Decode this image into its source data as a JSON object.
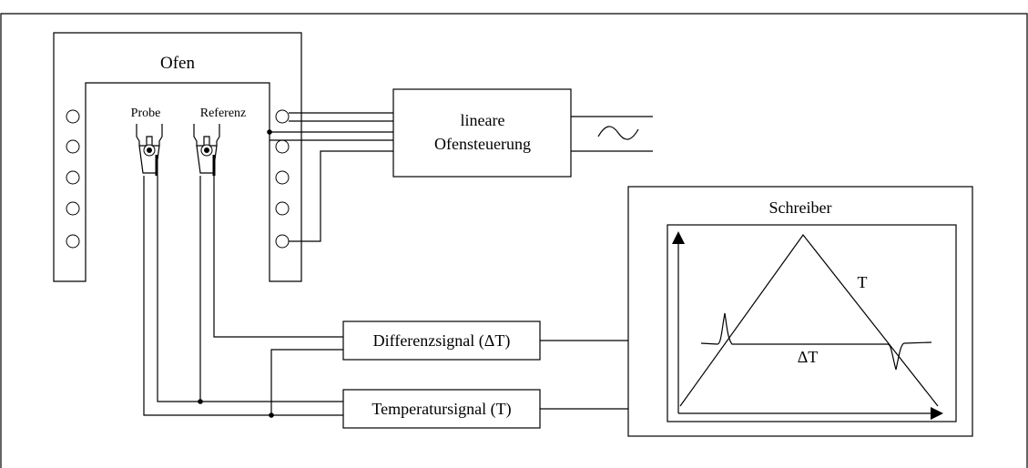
{
  "oven": {
    "title": "Ofen",
    "sample_label": "Probe",
    "reference_label": "Referenz"
  },
  "controller": {
    "line1": "lineare",
    "line2": "Ofensteuerung"
  },
  "recorder": {
    "title": "Schreiber",
    "curve_t_label": "T",
    "curve_dt_label": "ΔT"
  },
  "signals": {
    "differential": "Differenzsignal (ΔT)",
    "temperature": "Temperatursignal (T)"
  },
  "icons": {
    "ac_source": "sine-wave-icon",
    "coil": "heating-coil-icon",
    "crucible": "crucible-holder-icon"
  }
}
